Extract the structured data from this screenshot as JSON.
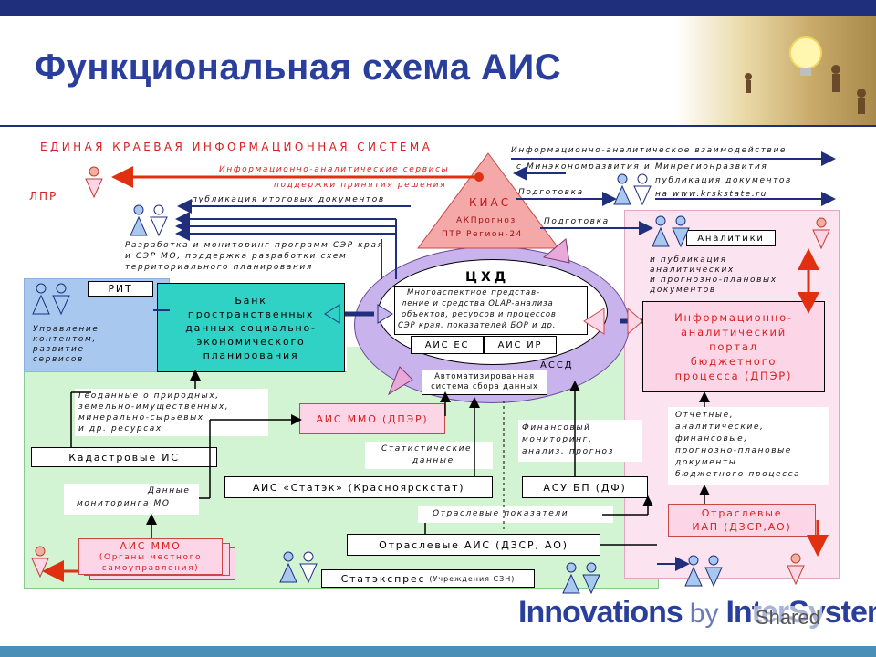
{
  "slide": {
    "title": "Функциональная схема АИС",
    "top_header": "ЕДИНАЯ КРАЕВАЯ ИНФОРМАЦИОННАЯ СИСТЕМА",
    "brand": {
      "innovations": "Innovations",
      "by": "by",
      "company": "InterSystems",
      "overlay": "Shared"
    }
  },
  "diagram": {
    "lpr": "ЛПР",
    "info_services_line1": "Информационно-аналитические сервисы",
    "info_services_line2": "поддержки принятия решения",
    "publication_results": "публикация итоговых документов",
    "kias": {
      "title": "КИАС",
      "line1": "АКПрогноз",
      "line2": "ПТР Регион-24"
    },
    "interaction_line1": "Информационно-аналитическое взаимодействие",
    "interaction_line2": "с Минэкономразвития и Минрегионразвития",
    "prep1": "Подготовка",
    "prep2": "Подготовка",
    "pub_docs_line1": "публикация документов",
    "pub_docs_line2": "на www.krskstate.ru",
    "analysts": "Аналитики",
    "dev_line1": "Разработка и мониторинг программ СЭР края",
    "dev_line2": "и СЭР МО, поддержка разработки схем",
    "dev_line3": "территориального планирования",
    "rit": "РИТ",
    "rit_desc1": "Управление",
    "rit_desc2": "контентом,",
    "rit_desc3": "развитие",
    "rit_desc4": "сервисов",
    "bank_line1": "Банк",
    "bank_line2": "пространственных",
    "bank_line3": "данных социально-",
    "bank_line4": "экономического",
    "bank_line5": "планирования",
    "chd": {
      "title": "ЦХД",
      "l1": "Многоаспектное представ-",
      "l2": "ление и средства OLAP-анализа",
      "l3": "объектов, ресурсов и процессов",
      "l4": "СЭР края, показателей БОР и др.",
      "ais_es": "АИС ЕС",
      "ais_ir": "АИС ИР"
    },
    "assd": "АССД",
    "assd_line1": "Автоматизированная",
    "assd_line2": "система сбора данных",
    "pub_analytics1": "и публикация",
    "pub_analytics2": "аналитических",
    "pub_analytics3": "и прогнозно-плановых",
    "pub_analytics4": "документов",
    "portal_line1": "Информационно-",
    "portal_line2": "аналитический",
    "portal_line3": "портал",
    "portal_line4": "бюджетного",
    "portal_line5": "процесса (ДПЭР)",
    "geo_line1": "Геоданные о природных,",
    "geo_line2": "земельно-имущественных,",
    "geo_line3": "минерально-сырьевых",
    "geo_line4": "и др. ресурсах",
    "ais_mmo_dper": "АИС ММО (ДПЭР)",
    "cadastre": "Кадастровые ИС",
    "stat_line1": "Статистические",
    "stat_line2": "данные",
    "fin_line1": "Финансовый",
    "fin_line2": "мониторинг,",
    "fin_line3": "анализ, прогноз",
    "reports_line1": "Отчетные,",
    "reports_line2": "аналитические,",
    "reports_line3": "финансовые,",
    "reports_line4": "прогнозно-плановые",
    "reports_line5": "документы",
    "reports_line6": "бюджетного процесса",
    "monitoring_line1": "Данные",
    "monitoring_line2": "мониторинга МО",
    "statek": "АИС «Статэк» (Красноярскстат)",
    "asu_bp": "АСУ БП (ДФ)",
    "sector_iap_line1": "Отраслевые",
    "sector_iap_line2": "ИАП (ДЗСР,АО)",
    "sector_indicators": "Отраслевые показатели",
    "ais_mmo_title": "АИС ММО",
    "ais_mmo_line1": "(Органы местного",
    "ais_mmo_line2": "самоуправления)",
    "sector_ais": "Отраслевые АИС (ДЗСР, АО)",
    "statexpress_main": "Статэкспрес",
    "statexpress_sub": "(Учреждения СЗН)"
  },
  "colors": {
    "title_blue": "#2a3f9c",
    "teal_box": "#2fd2c4",
    "ellipse_violet": "#c9b3ec",
    "pink_area": "#fbe4ef",
    "green_area": "#d2f4d2",
    "blue_area": "#a8c8f0",
    "red_text": "#d92020",
    "kias_fill": "#f5a8a8"
  },
  "icons": [
    "person-group-icon",
    "person-icon",
    "lightbulb-icon"
  ]
}
